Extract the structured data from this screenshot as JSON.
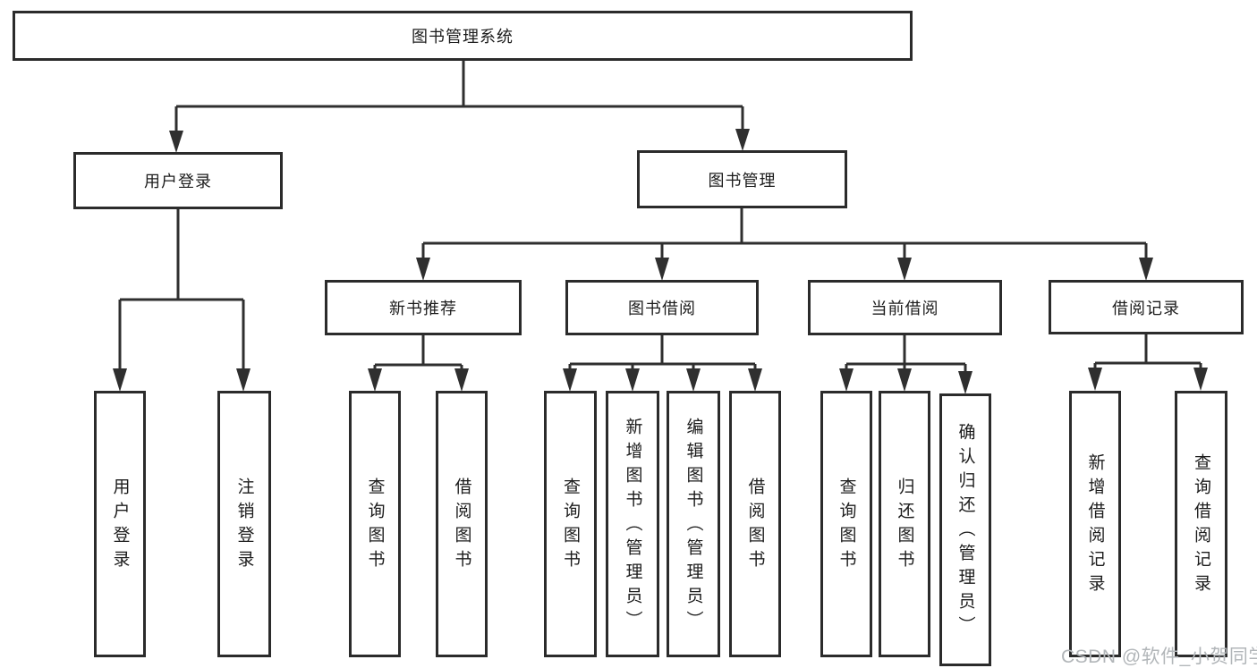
{
  "diagram": {
    "root": {
      "label": "图书管理系统"
    },
    "level2": [
      {
        "id": "user-login",
        "label": "用户登录"
      },
      {
        "id": "book-management",
        "label": "图书管理"
      }
    ],
    "level3": [
      {
        "id": "new-book-recommend",
        "label": "新书推荐"
      },
      {
        "id": "book-borrowing",
        "label": "图书借阅"
      },
      {
        "id": "current-borrowing",
        "label": "当前借阅"
      },
      {
        "id": "borrowing-records",
        "label": "借阅记录"
      }
    ],
    "leaves": {
      "user_login": [
        {
          "label": "用户登录"
        },
        {
          "label": "注销登录"
        }
      ],
      "new_book": [
        {
          "label": "查询图书"
        },
        {
          "label": "借阅图书"
        }
      ],
      "book_borrow": [
        {
          "label": "查询图书"
        },
        {
          "label": "新增图书（管理员）"
        },
        {
          "label": "编辑图书（管理员）"
        },
        {
          "label": "借阅图书"
        }
      ],
      "current_borrow": [
        {
          "label": "查询图书"
        },
        {
          "label": "归还图书"
        },
        {
          "label": "确认归还（管理员）"
        }
      ],
      "borrow_records": [
        {
          "label": "新增借阅记录"
        },
        {
          "label": "查询借阅记录"
        }
      ]
    }
  },
  "watermark": {
    "text": "CSDN @软件_小贺同学"
  },
  "colors": {
    "line": "#2f2f2f",
    "box_border": "#2b2b2b",
    "text": "#1c1c1c",
    "watermark": "#b2b6b9",
    "background": "#ffffff"
  }
}
